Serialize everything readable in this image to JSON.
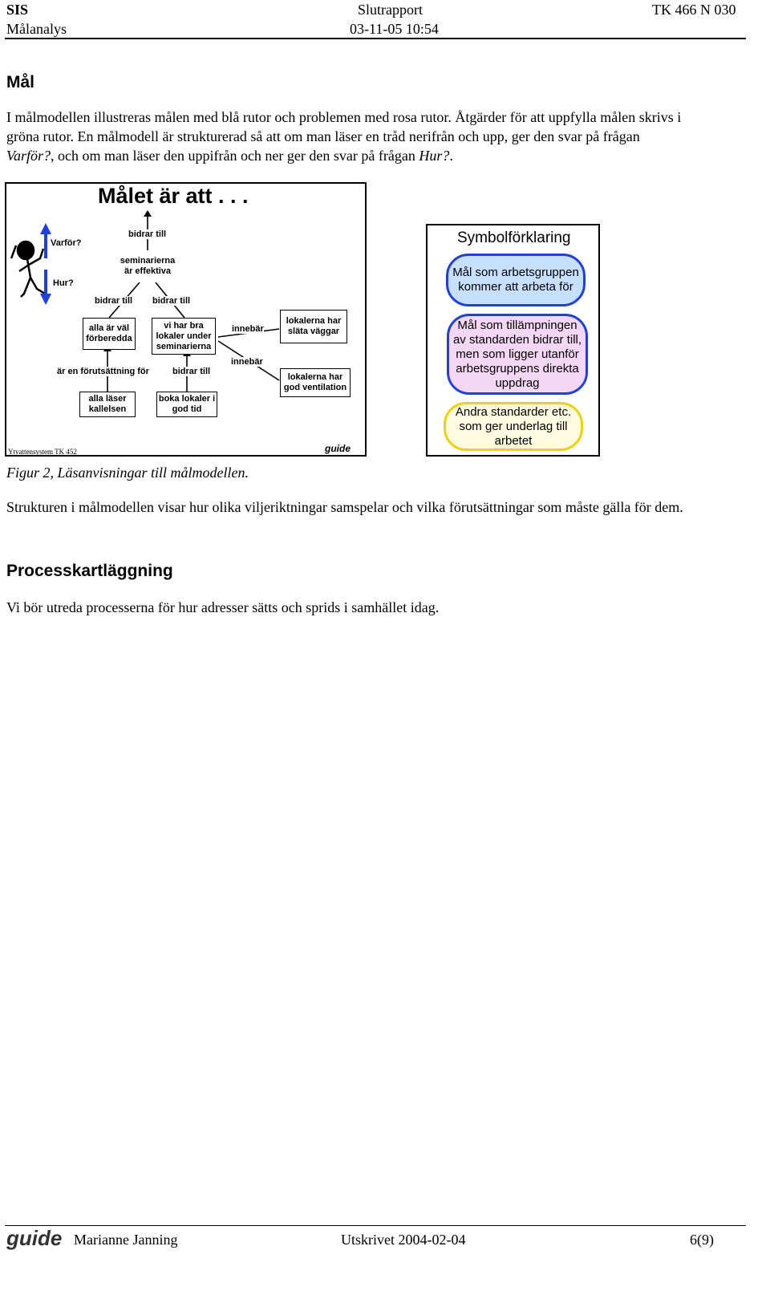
{
  "header": {
    "org": "SIS",
    "subtitle": "Målanalys",
    "doc_title": "Slutrapport",
    "datetime": "03-11-05 10:54",
    "code": "TK 466 N 030"
  },
  "section_mal": {
    "heading": "Mål",
    "intro_line1": "I målmodellen illustreras målen med blå rutor och problemen med rosa rutor. Åtgärder för att uppfylla målen skrivs i",
    "intro_line2": "gröna rutor. En målmodell är strukturerad så att om man läser en tråd nerifrån och upp, ger den svar på frågan",
    "intro_why": "Varför?",
    "intro_line3_mid": ", och om man läser den uppifrån och ner ger den svar på frågan",
    "intro_how": "Hur?",
    "intro_end": "."
  },
  "figure": {
    "goal_title": "Målet är att . . .",
    "why_label": "Varför?",
    "how_label": "Hur?",
    "footer_label": "Ytvattensystem TK 452",
    "logo_small": "guide",
    "labels": {
      "bidrar_top": "bidrar till",
      "bidrar_left": "bidrar till",
      "bidrar_right": "bidrar till",
      "forutsattning": "är en förutsättning för",
      "bidrar_lower": "bidrar  till",
      "innebar_1": "innebär",
      "innebar_2": "innebär"
    },
    "boxes": {
      "seminarierna": "seminarierna är effektiva",
      "alla_val": "alla är väl förberedda",
      "bra_lokaler": "vi har bra lokaler  under seminarierna",
      "alla_laser": "alla läser kallelsen",
      "boka": "boka lokaler i god tid",
      "slata": "lokalerna har släta väggar",
      "ventilation": "lokalerna har god ventilation"
    },
    "caption": "Figur 2, Läsanvisningar till målmodellen."
  },
  "legend": {
    "title": "Symbolförklaring",
    "blue": "Mål som arbetsgruppen kommer att arbeta för",
    "pink": "Mål som tillämpningen av standarden bidrar till, men som ligger utanför arbetsgruppens direkta uppdrag",
    "yellow": "Andra standarder etc. som ger underlag till arbetet",
    "colors": {
      "blue_fill": "#c8e0ff",
      "blue_border": "#1f3fe0",
      "pink_fill": "#f4d7f5",
      "pink_border": "#1f3fe0",
      "yellow_fill": "#fffbe3",
      "yellow_border": "#f2d100"
    }
  },
  "structure_text": "Strukturen i målmodellen visar hur olika viljeriktningar samspelar och vilka förutsättningar som måste gälla för dem.",
  "section_process": {
    "heading": "Processkartläggning",
    "text": "Vi bör utreda processerna för hur adresser sätts och sprids i samhället idag."
  },
  "footer": {
    "logo": "guide",
    "author": "Marianne Janning",
    "printed": "Utskrivet 2004-02-04",
    "page": "6(9)"
  }
}
